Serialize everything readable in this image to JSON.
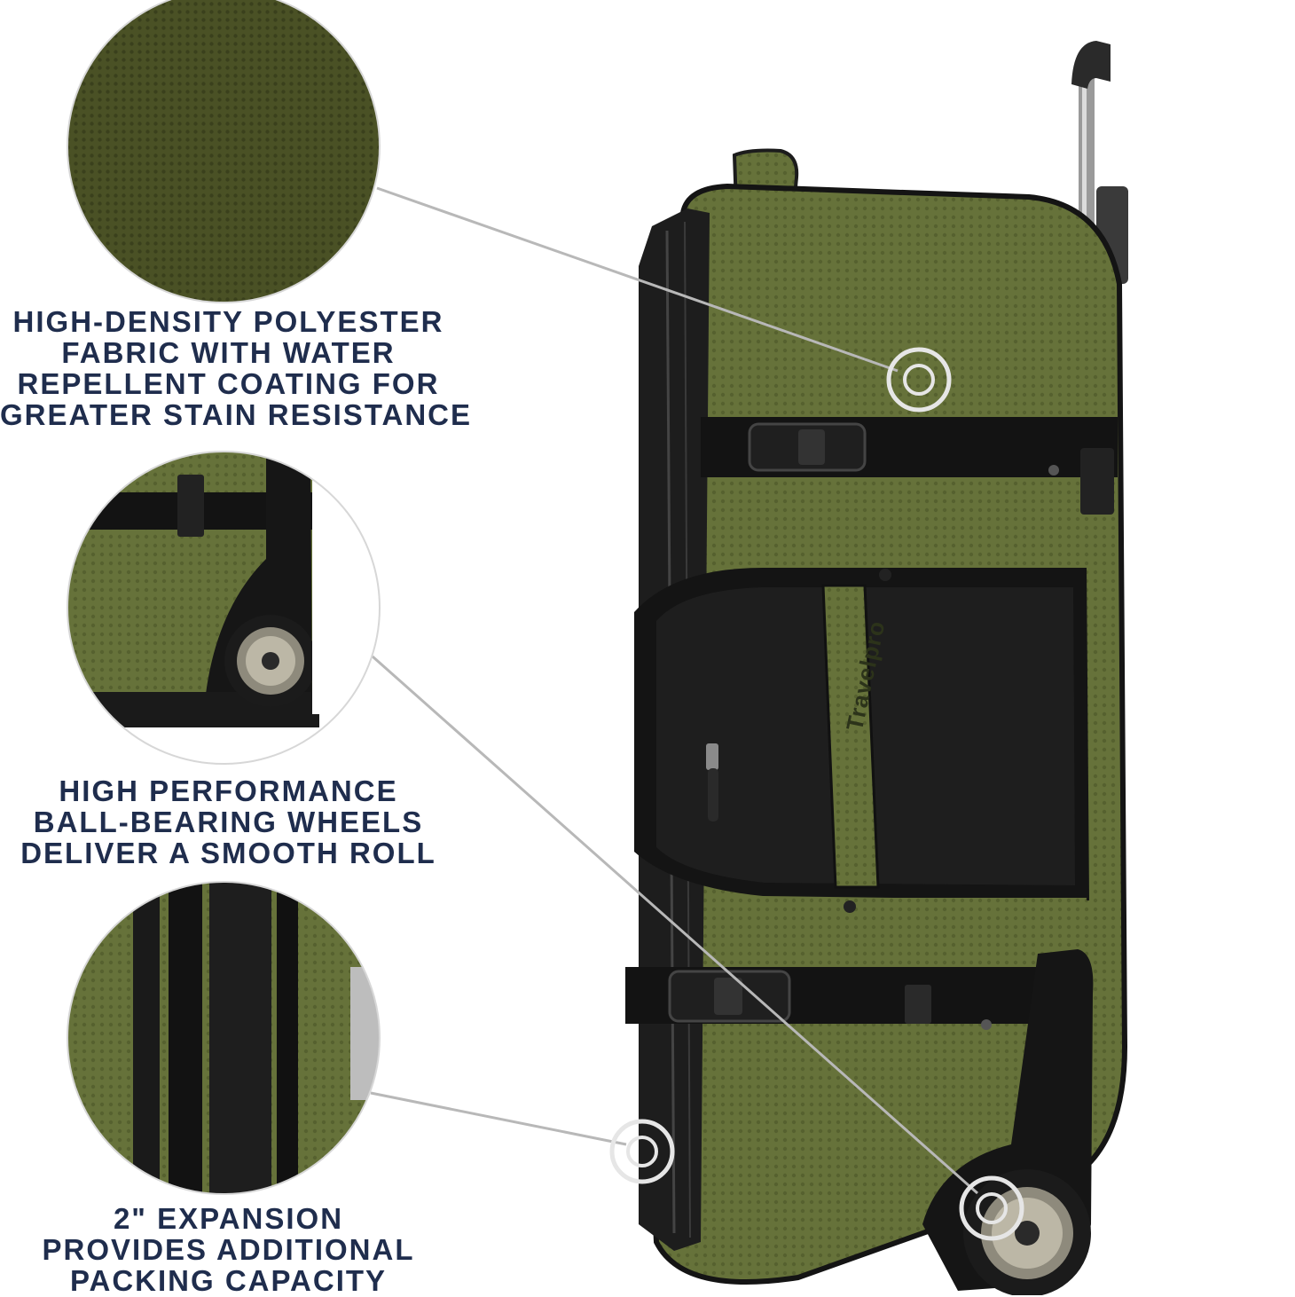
{
  "brand": {
    "logo_text": "Travelpro"
  },
  "features": [
    {
      "id": "fabric",
      "lines": [
        "HIGH-DENSITY POLYESTER",
        "FABRIC WITH WATER",
        "REPELLENT COATING FOR",
        "GREATER STAIN RESISTANCE"
      ]
    },
    {
      "id": "wheels",
      "lines": [
        "HIGH PERFORMANCE",
        "BALL-BEARING WHEELS",
        "DELIVER A SMOOTH ROLL"
      ]
    },
    {
      "id": "expansion",
      "lines": [
        "2\" EXPANSION",
        "PROVIDES ADDITIONAL",
        "PACKING CAPACITY"
      ]
    }
  ],
  "colors": {
    "caption_text": "#1f2d4d",
    "fabric_olive": "#5f6b33",
    "fabric_dark": "#3a3f1d",
    "trim_black": "#151515",
    "callout_line": "#b8b8b8"
  }
}
